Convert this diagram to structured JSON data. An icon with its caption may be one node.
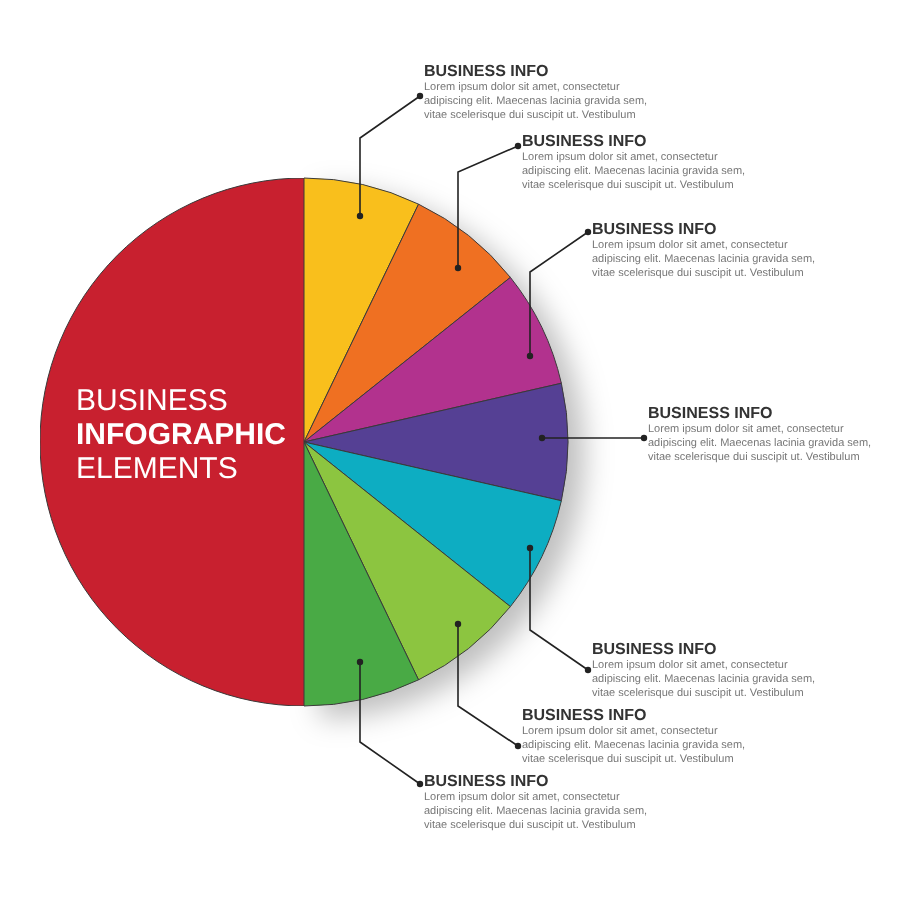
{
  "diagram": {
    "nodes": [
      {
        "text": [
          "BUSINESS **INFOGRAPHIC** ELEMENTS"
        ]
      },
      {
        "text": [],
        "shape": "wedge"
      },
      {
        "text": [],
        "shape": "wedge"
      },
      {
        "text": [],
        "shape": "wedge"
      },
      {
        "text": [],
        "shape": "wedge"
      },
      {
        "text": [],
        "shape": "wedge"
      },
      {
        "text": [],
        "shape": "wedge"
      },
      {
        "text": [],
        "shape": "wedge"
      },
      {
        "text": [
          "BUSINESS INFO",
          "Lorem ipsum dolor sit amet, consectetur adipiscing elit. Maecenas lacinia gravida sem, vitae scelerisque dui suscipit ut. Vestibulum"
        ]
      },
      {
        "text": [
          "BUSINESS INFO",
          "Lorem ipsum dolor sit amet, consectetur adipiscing elit. Maecenas lacinia gravida sem, vitae scelerisque dui suscipit ut. Vestibulum"
        ]
      },
      {
        "text": [
          "BUSINESS INFO",
          "Lorem ipsum dolor sit amet, consectetur adipiscing elit. Maecenas lacinia gravida sem, vitae scelerisque dui suscipit ut. Vestibulum"
        ]
      },
      {
        "text": [
          "BUSINESS INFO",
          "Lorem ipsum dolor sit amet, consectetur adipiscing elit. Maecenas lacinia gravida sem, vitae scelerisque dui suscipit ut. Vestibulum"
        ]
      },
      {
        "text": [
          "BUSINESS INFO",
          "Lorem ipsum dolor sit amet, consectetur adipiscing elit. Maecenas lacinia gravida sem, vitae scelerisque dui suscipit ut. Vestibulum"
        ]
      },
      {
        "text": [
          "BUSINESS INFO",
          "Lorem ipsum dolor sit amet, consectetur adipiscing elit. Maecenas lacinia gravida sem, vitae scelerisque dui suscipit ut. Vestibulum"
        ]
      },
      {
        "text": [
          "BUSINESS INFO",
          "Lorem ipsum dolor sit amet, consectetur adipiscing elit. Maecenas lacinia gravida sem, vitae scelerisque dui suscipit ut. Vestibulum"
        ]
      }
    ],
    "edges": [
      {
        "from": 8,
        "to": 1,
        "arrow": "other"
      },
      {
        "from": 9,
        "to": 2,
        "arrow": "other"
      },
      {
        "from": 10,
        "to": 3,
        "arrow": "other"
      },
      {
        "from": 11,
        "to": 4,
        "arrow": "other"
      },
      {
        "from": 12,
        "to": 5,
        "arrow": "other"
      },
      {
        "from": 13,
        "to": 6,
        "arrow": "other"
      },
      {
        "from": 14,
        "to": 7,
        "arrow": "other"
      }
    ]
  }
}
